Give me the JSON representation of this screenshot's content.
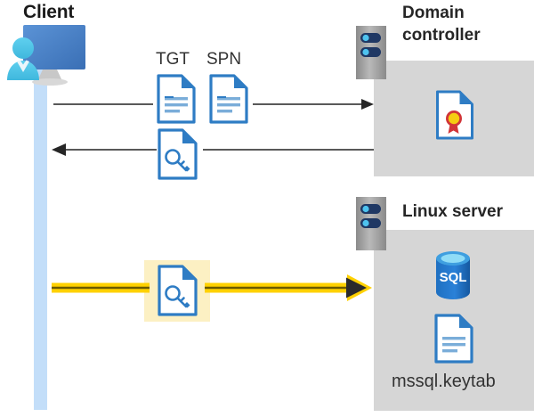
{
  "diagram": {
    "title_client": "Client",
    "title_domain_controller": "Domain\ncontroller",
    "title_domain_controller_line1": "Domain",
    "title_domain_controller_line2": "controller",
    "title_linux_server": "Linux server",
    "label_tgt": "TGT",
    "label_spn": "SPN",
    "label_keytab_file": "mssql.keytab"
  },
  "icons": {
    "client": "user-with-monitor-icon",
    "tgt_document": "document-icon",
    "spn_document": "document-icon",
    "key_document_response": "document-with-key-icon",
    "key_document_highlighted": "document-with-key-icon",
    "certificate": "certificate-document-icon",
    "sql_database": "sql-database-icon",
    "keytab_document": "document-icon",
    "server_rack_dc": "server-rack-icon",
    "server_rack_linux": "server-rack-icon"
  },
  "arrows": [
    {
      "name": "client-to-dc-request",
      "direction": "right",
      "color": "#595959",
      "label": "TGT SPN"
    },
    {
      "name": "dc-to-client-response",
      "direction": "left",
      "color": "#595959",
      "label": ""
    },
    {
      "name": "client-to-linux-kerberos",
      "direction": "right",
      "color": "#ffd100",
      "label": ""
    }
  ],
  "colors": {
    "panel_gray": "#d6d6d6",
    "lifeline_blue": "#c3def9",
    "highlight_yellow": "#fcf0c3",
    "arrow_yellow": "#ffd100",
    "arrow_gray": "#595959",
    "doc_blue": "#2e7cc4",
    "sql_blue": "#1d6fc0",
    "cert_gold": "#f5cc12",
    "cert_red": "#d13438",
    "text_dark": "#262626"
  }
}
